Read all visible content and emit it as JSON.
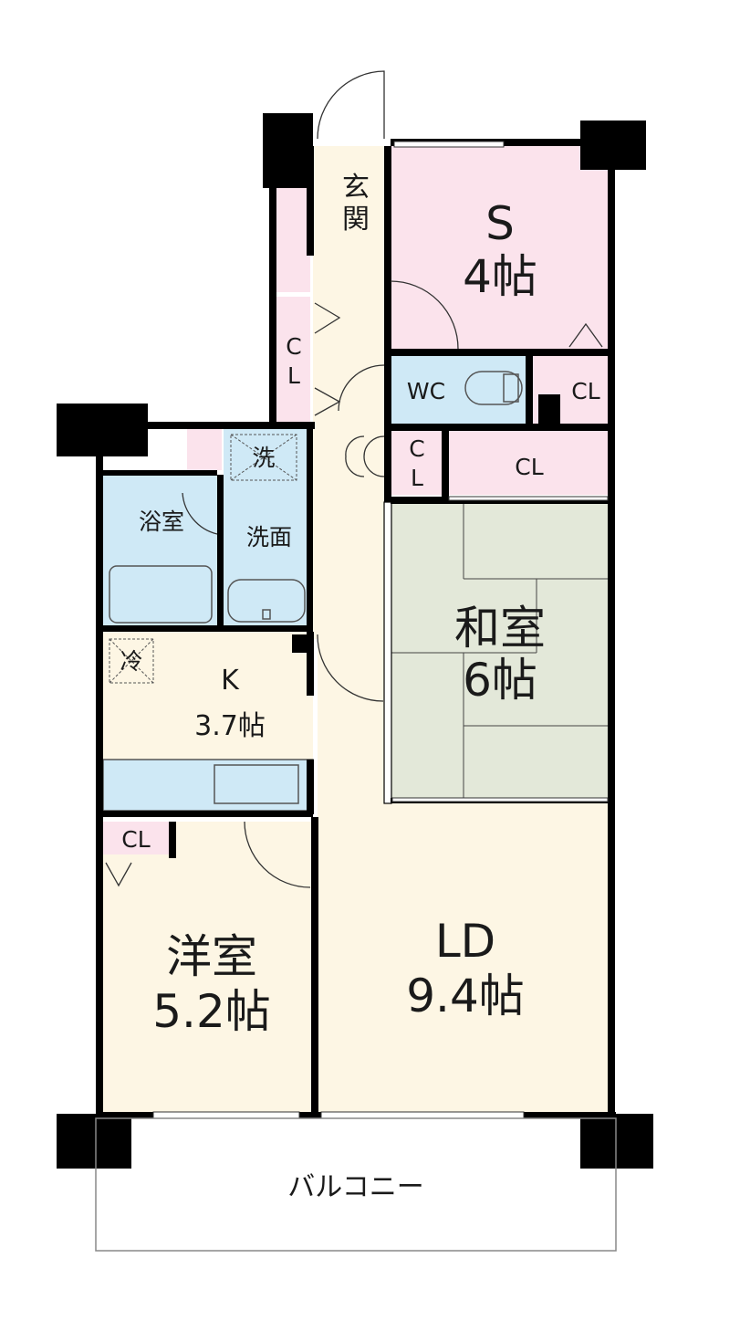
{
  "rooms": {
    "s": {
      "name": "S",
      "size": "4帖"
    },
    "washitsu": {
      "name": "和室",
      "size": "6帖"
    },
    "kitchen": {
      "name": "K",
      "size": "3.7帖"
    },
    "yoshitsu": {
      "name": "洋室",
      "size": "5.2帖"
    },
    "ld": {
      "name": "LD",
      "size": "9.4帖"
    },
    "genkan": {
      "line1": "玄",
      "line2": "関"
    },
    "bath": {
      "name": "浴室"
    },
    "senmen": {
      "name": "洗面"
    },
    "wc": {
      "name": "WC"
    }
  },
  "closets": {
    "cl_s": "CL",
    "cl_right": "CL",
    "cl_vertical_top": {
      "line1": "C",
      "line2": "L"
    },
    "cl_vertical_mid": {
      "line1": "C",
      "line2": "L"
    },
    "cl_yoshitsu": "CL"
  },
  "appliances": {
    "washer": "洗",
    "fridge": "冷"
  },
  "balcony": {
    "label": "バルコニー"
  },
  "colors": {
    "pink": "#fbe3ec",
    "green": "#e3e8d9",
    "blue": "#cfe9f6",
    "cream": "#fdf6e4",
    "wall": "#000000"
  }
}
